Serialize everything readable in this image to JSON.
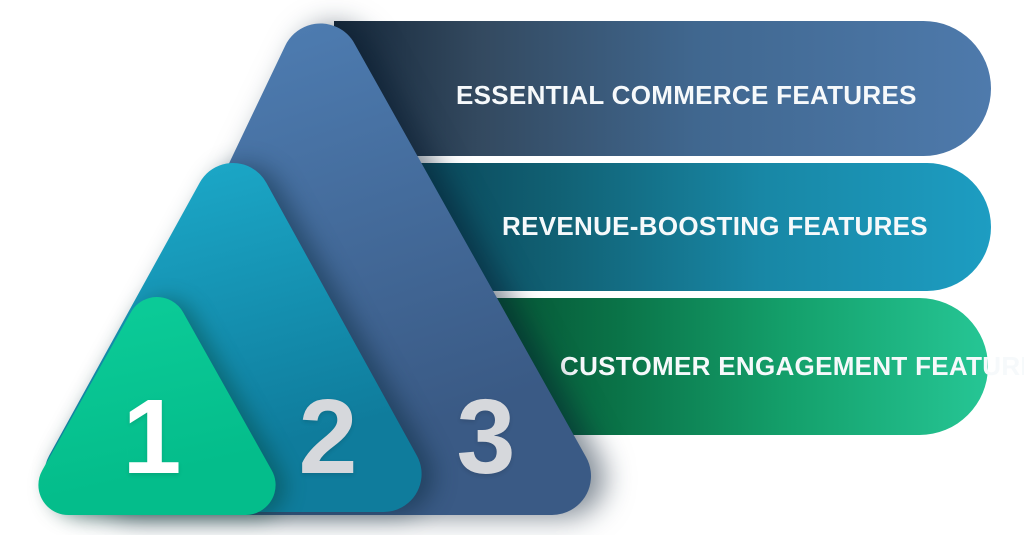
{
  "bars": [
    {
      "label": "ESSENTIAL COMMERCE FEATURES",
      "text_color": "#f6f9fb",
      "gradient_stops": [
        "#16283a 0%",
        "#33495f 22%",
        "#40678f 55%",
        "#4e7aac 100%"
      ]
    },
    {
      "label": "REVENUE-BOOSTING FEATURES",
      "text_color": "#f6f9fb",
      "gradient_stops": [
        "#0a4759 0%",
        "#116174 25%",
        "#1887a5 60%",
        "#1d9dc2 100%"
      ]
    },
    {
      "label": "CUSTOMER ENGAGEMENT FEATURES",
      "text_color": "#f6f9fb",
      "gradient_stops": [
        "#065435 0%",
        "#0a7247 25%",
        "#14a06b 60%",
        "#26c695 100%"
      ]
    }
  ],
  "layers": [
    {
      "number": "3",
      "color_top": "#4e7db2",
      "color_bottom": "#3a5a85",
      "number_color": "#d6d8dc"
    },
    {
      "number": "2",
      "color_top": "#1ba6c6",
      "color_bottom": "#0f7c9c",
      "number_color": "#d6d8dc"
    },
    {
      "number": "1",
      "color_top": "#0bca97",
      "color_bottom": "#04bd8b",
      "number_color": "#ffffff"
    }
  ]
}
